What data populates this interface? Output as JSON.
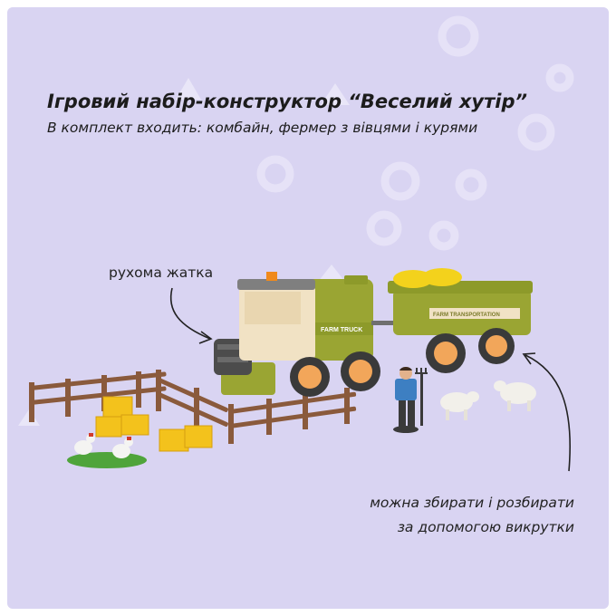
{
  "title": "Ігровий набір-конструктор “Веселий хутір”",
  "subtitle": "В комплект входить: комбайн, фермер з вівцями і курями",
  "annotations": {
    "header": "рухома жатка",
    "assembly_line1": "можна збирати і розбирати",
    "assembly_line2": "за допомогою викрутки"
  },
  "toy_labels": {
    "combine": "FARM TRUCK",
    "trailer": "FARM TRANSPORTATION"
  },
  "colors": {
    "background": "#d9d4f2",
    "olive": "#9aa533",
    "cream": "#f1e2c4",
    "wheel_orange": "#f2a65a",
    "hay": "#f3c21c",
    "fence": "#8a5a3c"
  }
}
